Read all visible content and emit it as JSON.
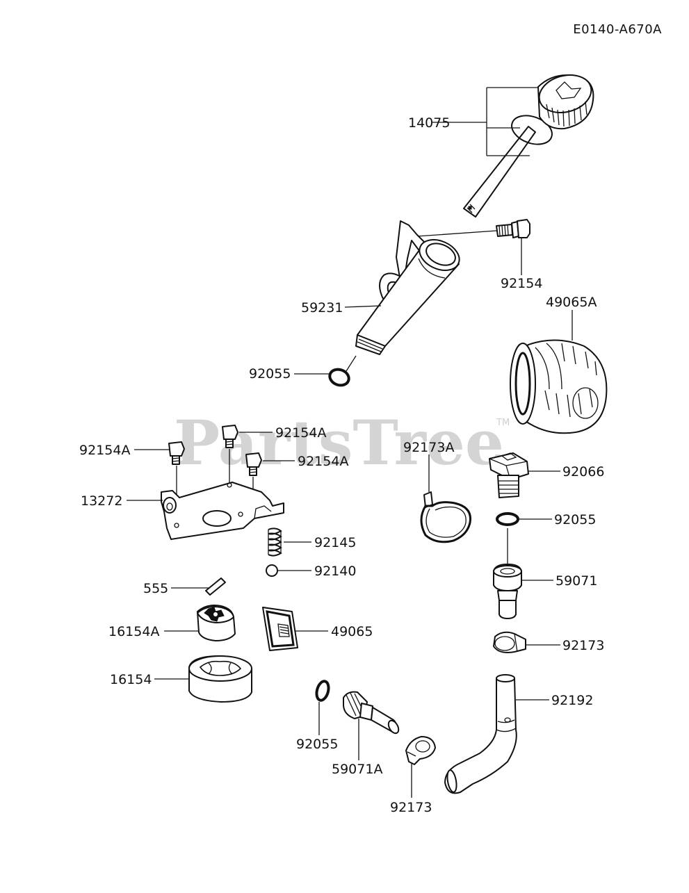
{
  "diagram_code": "E0140-A670A",
  "watermark": {
    "text": "PartsTree",
    "mark": "TM"
  },
  "parts": [
    {
      "id": "p14075",
      "label": "14075"
    },
    {
      "id": "p92154",
      "label": "92154"
    },
    {
      "id": "p59231",
      "label": "59231"
    },
    {
      "id": "p49065A",
      "label": "49065A"
    },
    {
      "id": "p92055a",
      "label": "92055"
    },
    {
      "id": "p92154Aa",
      "label": "92154A"
    },
    {
      "id": "p92154Ab",
      "label": "92154A"
    },
    {
      "id": "p92154Ac",
      "label": "92154A"
    },
    {
      "id": "p92173A",
      "label": "92173A"
    },
    {
      "id": "p92066",
      "label": "92066"
    },
    {
      "id": "p13272",
      "label": "13272"
    },
    {
      "id": "p92055b",
      "label": "92055"
    },
    {
      "id": "p92145",
      "label": "92145"
    },
    {
      "id": "p92140",
      "label": "92140"
    },
    {
      "id": "p59071",
      "label": "59071"
    },
    {
      "id": "p555",
      "label": "555"
    },
    {
      "id": "p16154A",
      "label": "16154A"
    },
    {
      "id": "p49065",
      "label": "49065"
    },
    {
      "id": "p92173a",
      "label": "92173"
    },
    {
      "id": "p16154",
      "label": "16154"
    },
    {
      "id": "p92192",
      "label": "92192"
    },
    {
      "id": "p92055c",
      "label": "92055"
    },
    {
      "id": "p59071A",
      "label": "59071A"
    },
    {
      "id": "p92173b",
      "label": "92173"
    }
  ]
}
